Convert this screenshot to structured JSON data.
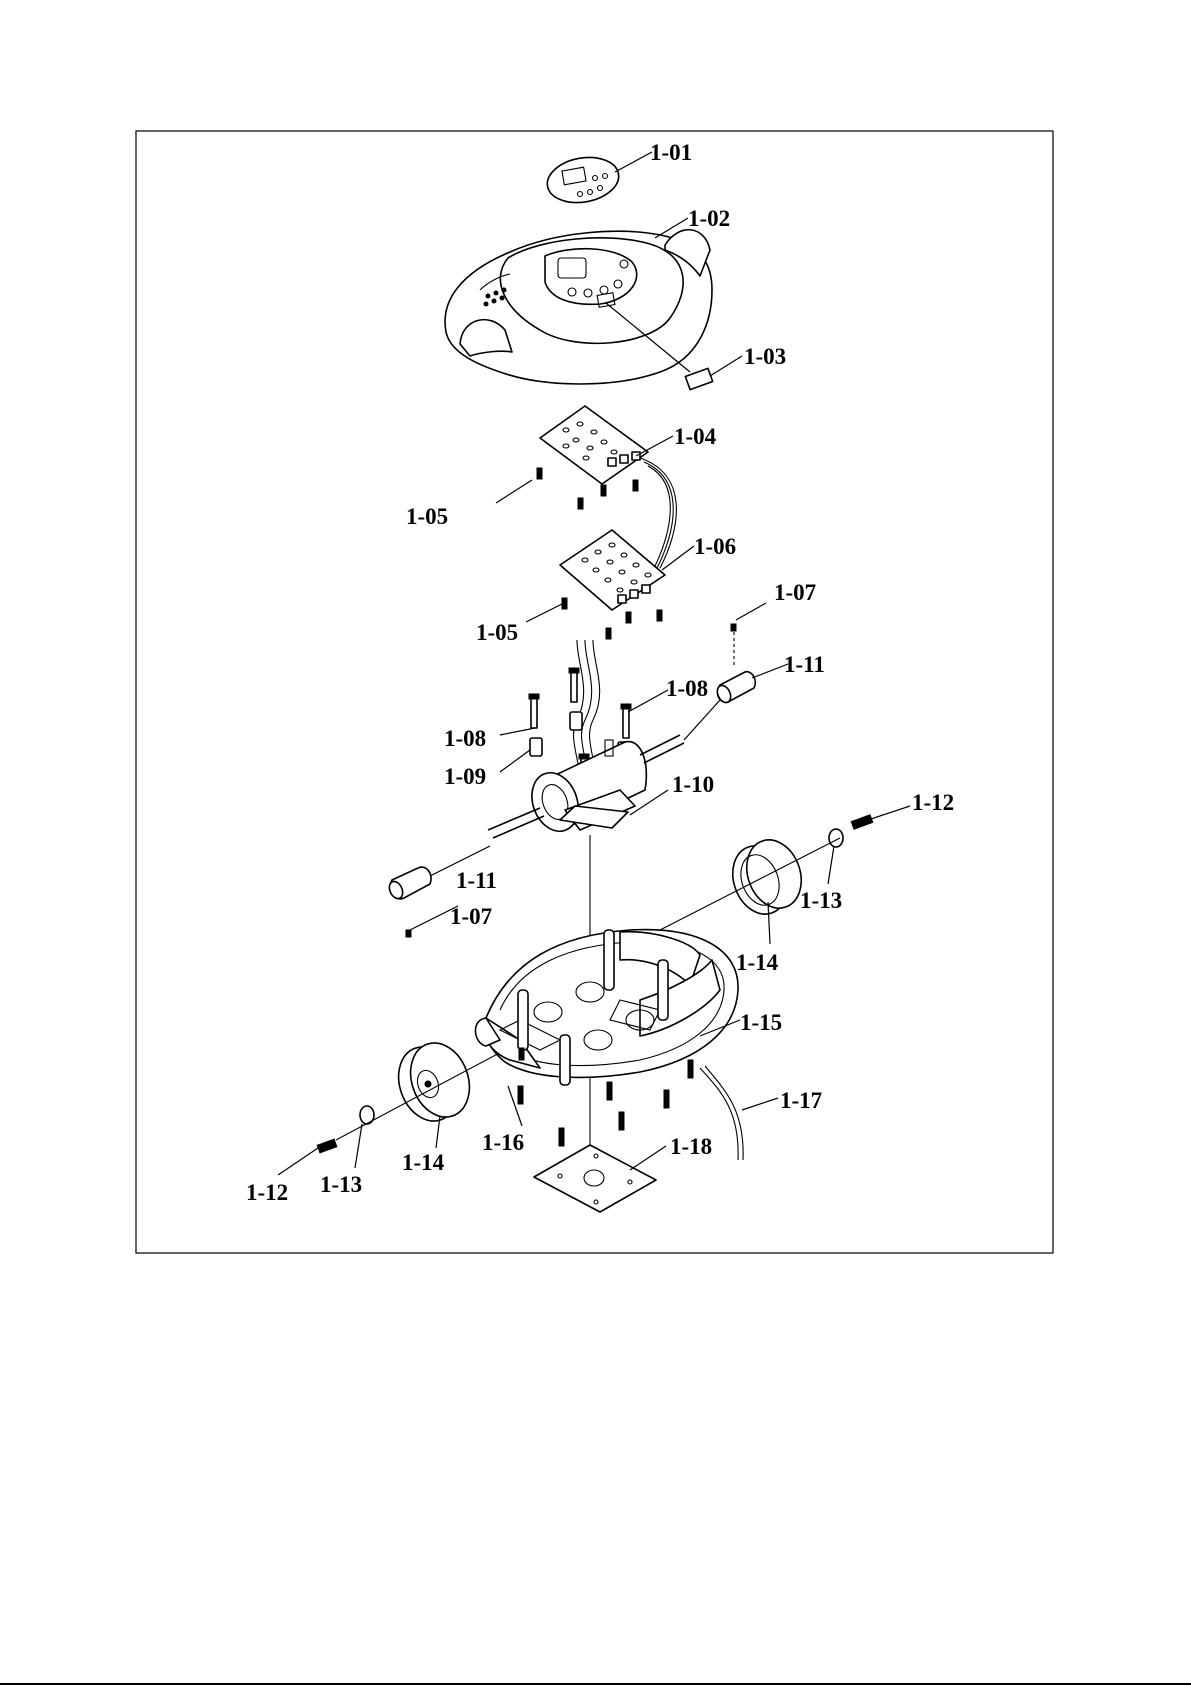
{
  "diagram": {
    "labels": {
      "l01": "1-01",
      "l02": "1-02",
      "l03": "1-03",
      "l04": "1-04",
      "l05a": "1-05",
      "l05b": "1-05",
      "l06": "1-06",
      "l07a": "1-07",
      "l07b": "1-07",
      "l08a": "1-08",
      "l08b": "1-08",
      "l09": "1-09",
      "l10": "1-10",
      "l11a": "1-11",
      "l11b": "1-11",
      "l12a": "1-12",
      "l12b": "1-12",
      "l13a": "1-13",
      "l13b": "1-13",
      "l14a": "1-14",
      "l14b": "1-14",
      "l15": "1-15",
      "l16": "1-16",
      "l17": "1-17",
      "l18": "1-18"
    }
  }
}
